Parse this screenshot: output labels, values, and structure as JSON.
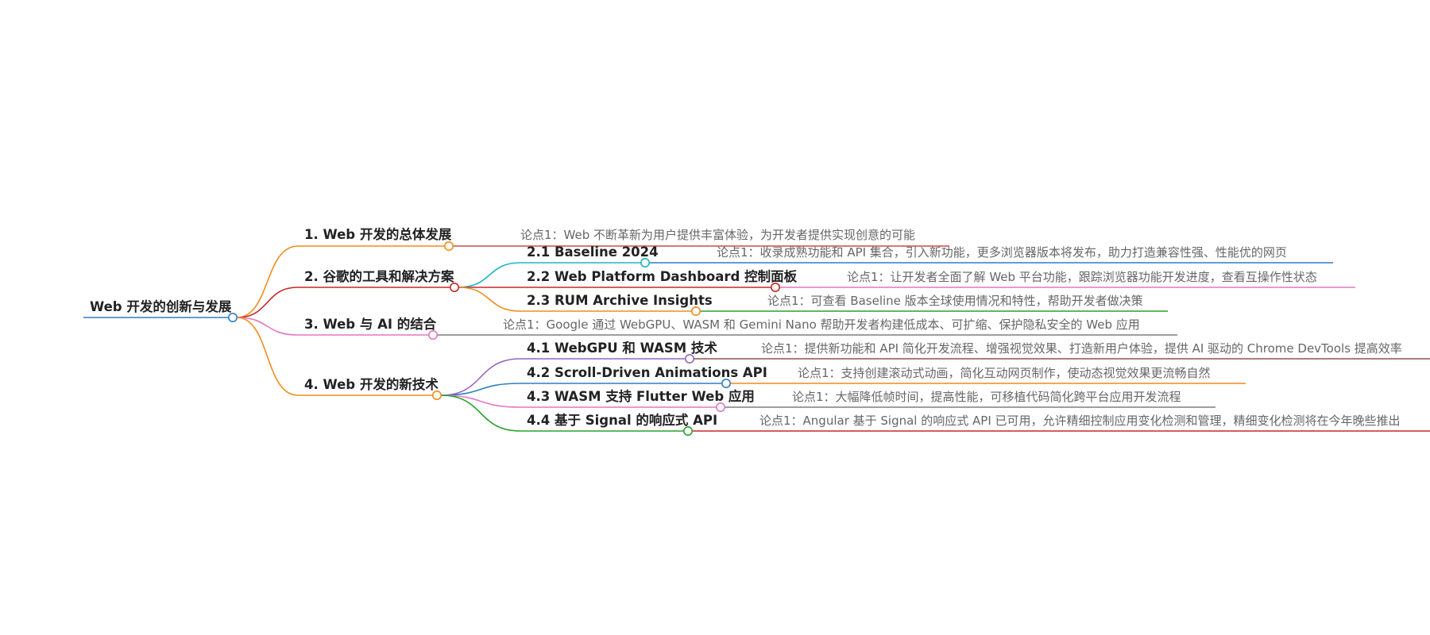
{
  "mindmap": {
    "root": {
      "label": "Web 开发的创新与发展",
      "color": "#2f7fc1"
    },
    "topics": [
      {
        "label": "1. Web 开发的总体发展",
        "color": "#f08c1c",
        "leaf": {
          "label": "论点1：Web 不断革新为用户提供丰富体验，为开发者提供实现创意的可能",
          "color": "#c0504d"
        }
      },
      {
        "label": "2. 谷歌的工具和解决方案",
        "color": "#c62828",
        "subtopics": [
          {
            "label": "2.1 Baseline 2024",
            "color": "#1fb5c4",
            "leaf": {
              "label": "论点1：收录成熟功能和 API 集合，引入新功能，更多浏览器版本将发布，助力打造兼容性强、性能优的网页",
              "color": "#2f7fc1"
            }
          },
          {
            "label": "2.2 Web Platform Dashboard 控制面板",
            "color": "#c62828",
            "leaf": {
              "label": "论点1：让开发者全面了解 Web 平台功能，跟踪浏览器功能开发进度，查看互操作性状态",
              "color": "#e377c2"
            }
          },
          {
            "label": "2.3 RUM Archive Insights",
            "color": "#f08c1c",
            "leaf": {
              "label": "论点1：可查看 Baseline 版本全球使用情况和特性，帮助开发者做决策",
              "color": "#2ca02c"
            }
          }
        ]
      },
      {
        "label": "3. Web 与 AI 的结合",
        "color": "#e377c2",
        "leaf": {
          "label": "论点1：Google 通过 WebGPU、WASM 和 Gemini Nano 帮助开发者构建低成本、可扩缩、保护隐私安全的 Web 应用",
          "color": "#7f7f7f"
        }
      },
      {
        "label": "4. Web 开发的新技术",
        "color": "#f08c1c",
        "subtopics": [
          {
            "label": "4.1 WebGPU 和 WASM 技术",
            "color": "#9467bd",
            "leaf": {
              "label": "论点1：提供新功能和 API 简化开发流程、增强视觉效果、打造新用户体验，提供 AI 驱动的 Chrome DevTools 提高效率",
              "color": "#8c564b"
            }
          },
          {
            "label": "4.2 Scroll-Driven Animations API",
            "color": "#2f7fc1",
            "leaf": {
              "label": "论点1：支持创建滚动式动画，简化互动网页制作，使动态视觉效果更流畅自然",
              "color": "#f08c1c"
            }
          },
          {
            "label": "4.3 WASM 支持 Flutter Web 应用",
            "color": "#e377c2",
            "leaf": {
              "label": "论点1：大幅降低帧时间，提高性能，可移植代码简化跨平台应用开发流程",
              "color": "#7f7f7f"
            }
          },
          {
            "label": "4.4 基于 Signal 的响应式 API",
            "color": "#2ca02c",
            "leaf": {
              "label": "论点1：Angular 基于 Signal 的响应式 API 已可用，允许精细控制应用变化检测和管理，精细变化检测将在今年晚些推出",
              "color": "#c62828"
            }
          }
        ]
      }
    ]
  }
}
